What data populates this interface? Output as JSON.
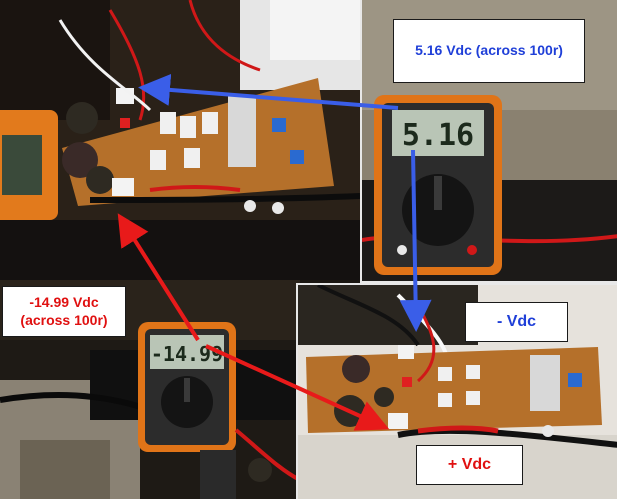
{
  "annotations": {
    "top_reading": "5.16 Vdc (across 100r)",
    "bottom_reading_value": "-14.99 Vdc",
    "bottom_reading_note": "(across 100r)",
    "negative_rail": "- Vdc",
    "positive_rail": "+ Vdc"
  },
  "meters": {
    "top_display": "5.16",
    "bottom_display": "-14.99"
  },
  "colors": {
    "blue_arrow": "#3a5ee8",
    "red_arrow": "#e81a1a",
    "board": "#b5702a"
  }
}
